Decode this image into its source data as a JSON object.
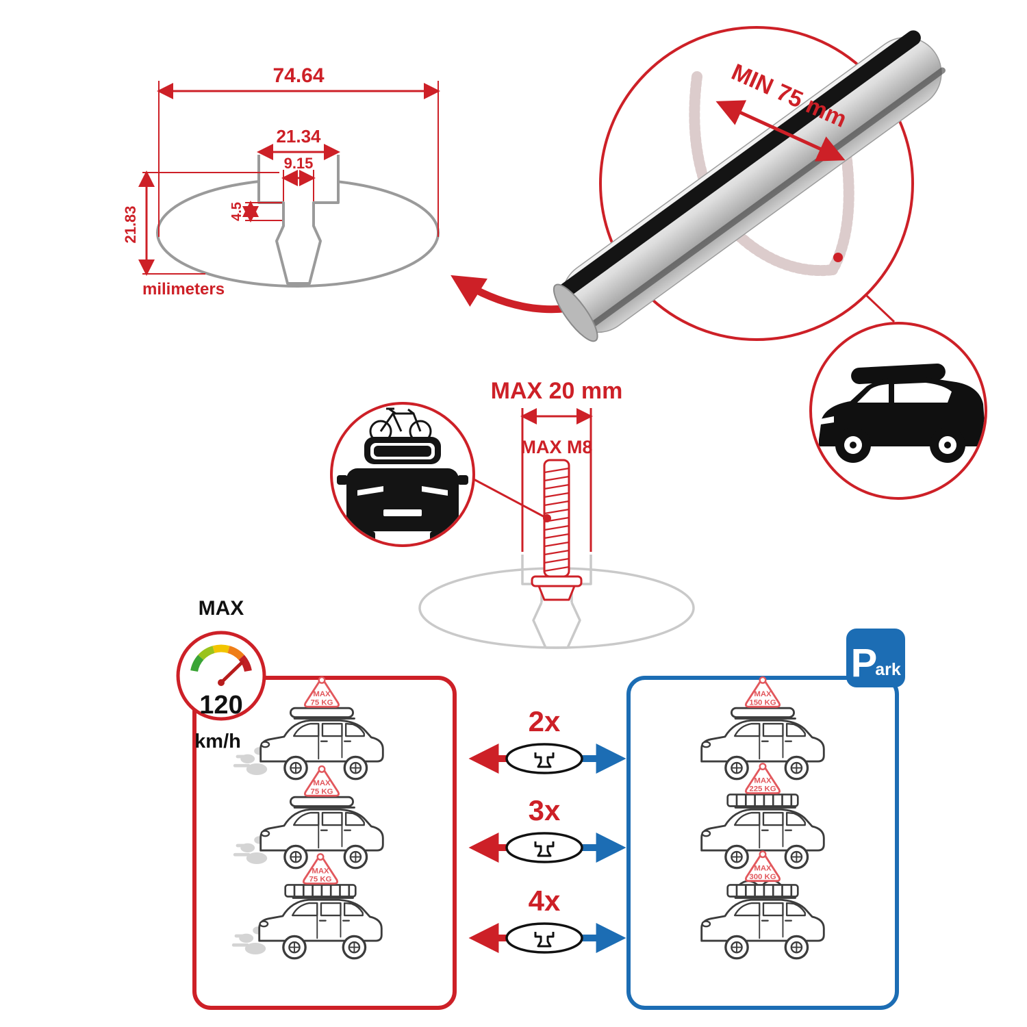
{
  "colors": {
    "red": "#cd2027",
    "blue": "#1c6db4",
    "tag_red": "#e2575c",
    "gray_line": "#9a9a9a",
    "ghost_gray": "#c9c9c9"
  },
  "cross_section": {
    "width_total": "74.64",
    "slot_outer": "21.34",
    "slot_inner": "9.15",
    "lip_height": "4.5",
    "section_height": "21.83",
    "units": "milimeters"
  },
  "bar_detail": {
    "min_span": "MIN 75 mm"
  },
  "bolt": {
    "max_width": "MAX 20 mm",
    "max_thread": "MAX M8"
  },
  "speedometer": {
    "label": "MAX",
    "value": "120",
    "unit": "km/h"
  },
  "parking_sign": {
    "letter": "P",
    "rest": "ark"
  },
  "rows": [
    {
      "multiplier": "2x",
      "drive_tag": {
        "line1": "MAX",
        "line2": "75 KG"
      },
      "park_tag": {
        "line1": "MAX",
        "line2": "150 KG"
      }
    },
    {
      "multiplier": "3x",
      "drive_tag": {
        "line1": "MAX",
        "line2": "75 KG"
      },
      "park_tag": {
        "line1": "MAX",
        "line2": "225 KG"
      }
    },
    {
      "multiplier": "4x",
      "drive_tag": {
        "line1": "MAX",
        "line2": "75 KG"
      },
      "park_tag": {
        "line1": "MAX",
        "line2": "300 KG"
      }
    }
  ]
}
